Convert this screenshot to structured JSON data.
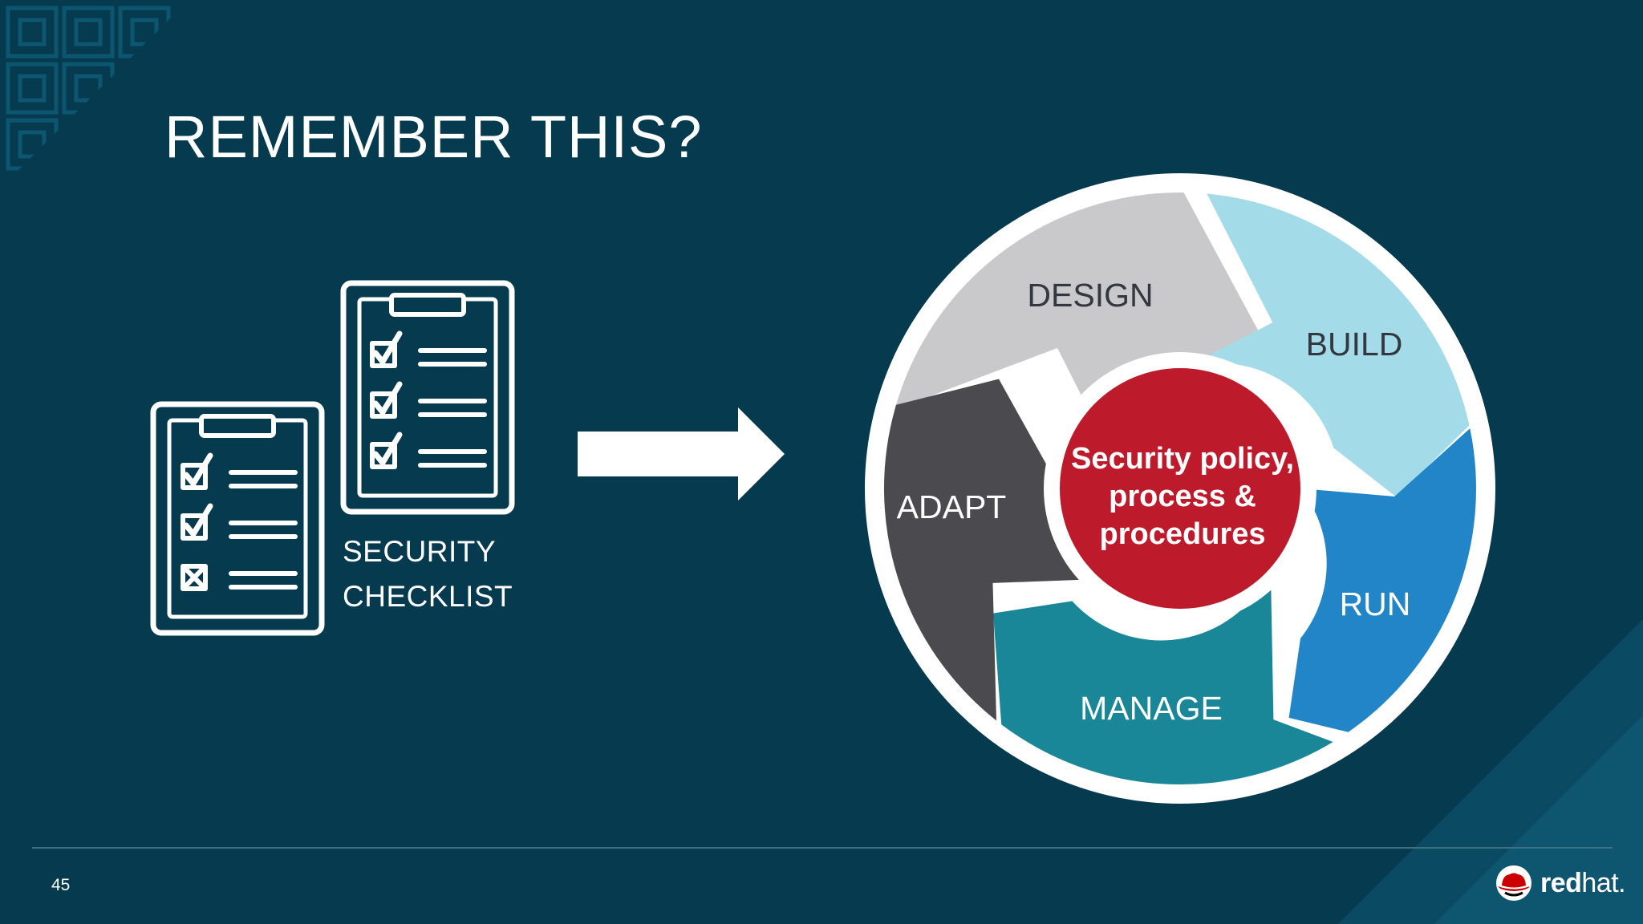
{
  "slide": {
    "title": "REMEMBER THIS?",
    "page_number": "45"
  },
  "checklist": {
    "label_line1": "SECURITY",
    "label_line2": "CHECKLIST"
  },
  "cycle": {
    "center_line1": "Security policy,",
    "center_line2": "process &",
    "center_line3": "procedures",
    "stages": {
      "design": "DESIGN",
      "build": "BUILD",
      "run": "RUN",
      "manage": "MANAGE",
      "adapt": "ADAPT"
    }
  },
  "logo": {
    "brand_bold": "red",
    "brand_regular": "hat."
  },
  "colors": {
    "background": "#053a4f",
    "design": "#c9c8cb",
    "build": "#a4dbe8",
    "run": "#2285c8",
    "manage": "#1a8798",
    "adapt": "#4b4b4f",
    "center": "#bd1a2b"
  }
}
